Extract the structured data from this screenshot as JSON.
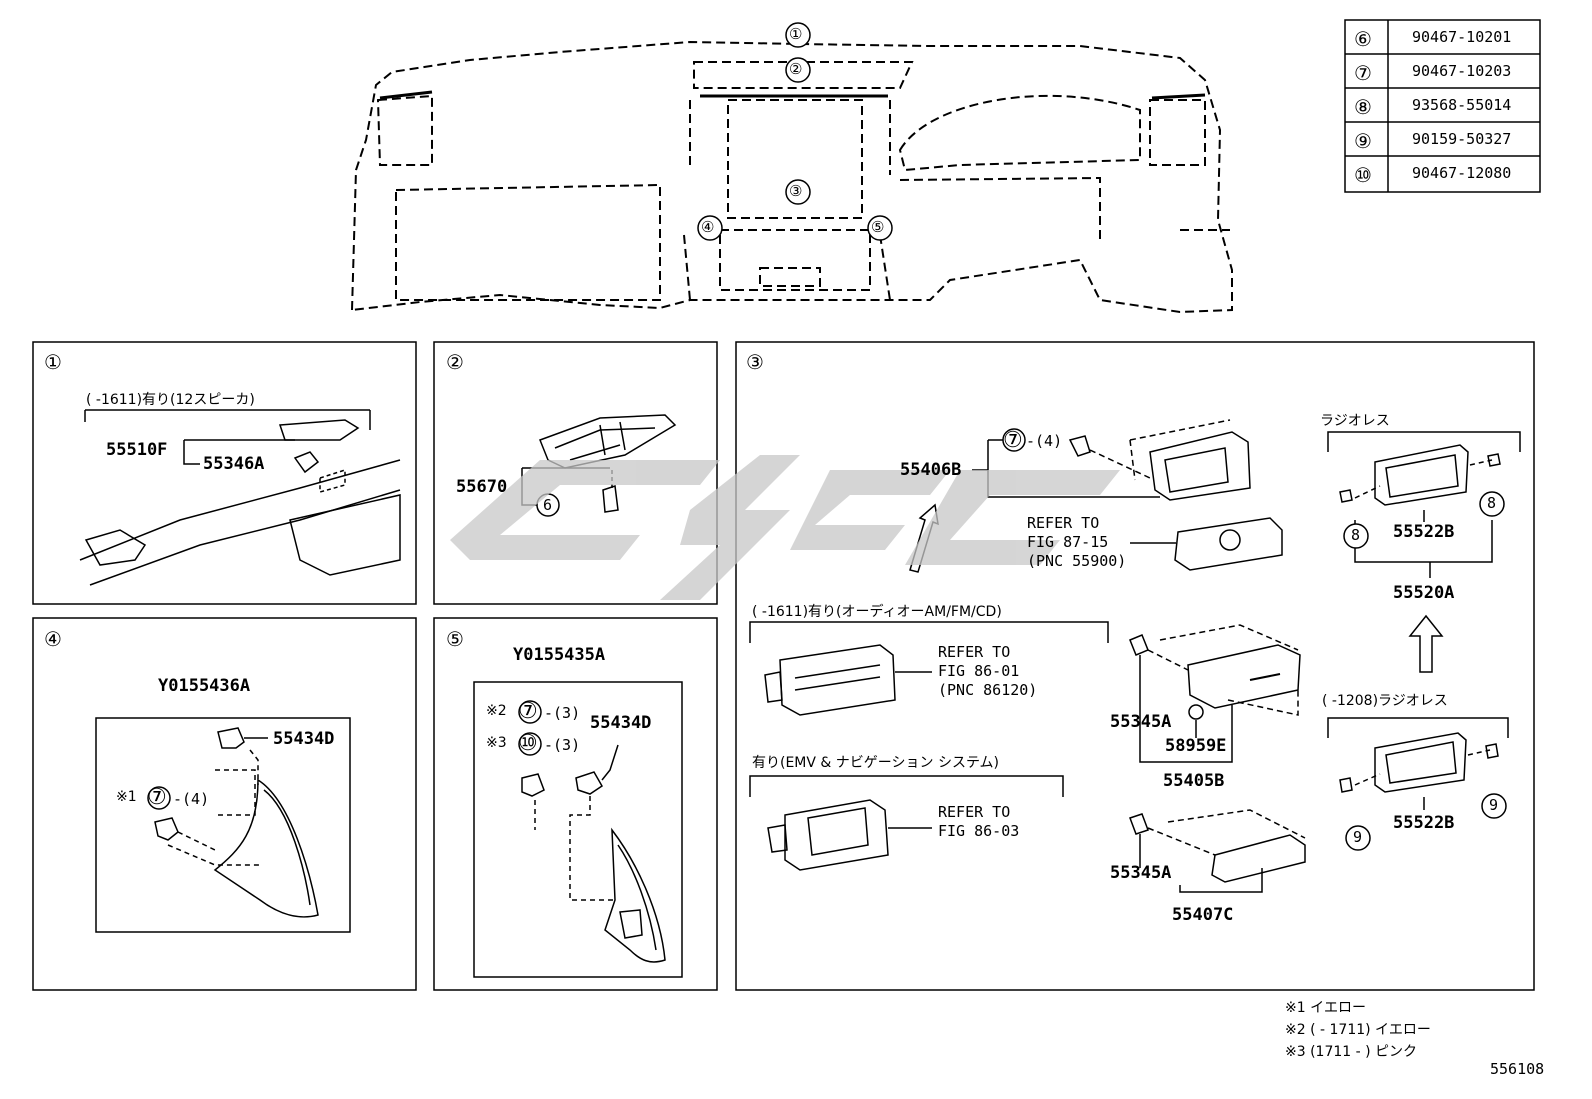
{
  "overview": {
    "callouts": [
      "①",
      "②",
      "③",
      "④",
      "⑤"
    ]
  },
  "parts_table": [
    {
      "num": "⑥",
      "part": "90467-10201"
    },
    {
      "num": "⑦",
      "part": "90467-10203"
    },
    {
      "num": "⑧",
      "part": "93568-55014"
    },
    {
      "num": "⑨",
      "part": "90159-50327"
    },
    {
      "num": "⑩",
      "part": "90467-12080"
    }
  ],
  "panel1": {
    "num": "①",
    "condition": "(      -1611)有り(12スピーカ)",
    "part_a": "55510F",
    "part_b": "55346A"
  },
  "panel2": {
    "num": "②",
    "part_a": "55670",
    "sub": "6"
  },
  "panel3": {
    "num": "③",
    "part_55406b": "55406B",
    "qty_7": "⑦",
    "qty_7_count": "-(4)",
    "refer1": [
      "REFER TO",
      "FIG 87-15",
      "(PNC 55900)"
    ],
    "condition_audio": "(      -1611)有り(オーディオーAM/FM/CD)",
    "refer2": [
      "REFER TO",
      "FIG 86-01",
      "(PNC 86120)"
    ],
    "condition_nav": "有り(EMV & ナビゲーション システム)",
    "refer3": [
      "REFER TO",
      "FIG 86-03"
    ],
    "part_55345a_1": "55345A",
    "part_58959e": "58959E",
    "part_55405b": "55405B",
    "part_55345a_2": "55345A",
    "part_55407c": "55407C",
    "radioless1": "ラジオレス",
    "screw_8": "8",
    "part_55522b_1": "55522B",
    "part_55520a": "55520A",
    "radioless2": "(      -1208)ラジオレス",
    "screw_9": "9",
    "part_55522b_2": "55522B"
  },
  "panel4": {
    "num": "④",
    "part_y": "Y0155436A",
    "part_55434d": "55434D",
    "note": "※1",
    "ref7": "⑦",
    "qty": "-(4)"
  },
  "panel5": {
    "num": "⑤",
    "part_y": "Y0155435A",
    "note2": "※2",
    "ref7": "⑦",
    "qty7": "-(3)",
    "note3": "※3",
    "ref10": "⑩",
    "qty10": "-(3)",
    "part_55434d": "55434D"
  },
  "footnotes": [
    "※1  イエロー",
    "※2 (     - 1711) イエロー",
    "※3 (1711 -      ) ピンク"
  ],
  "diagram_id": "556108"
}
